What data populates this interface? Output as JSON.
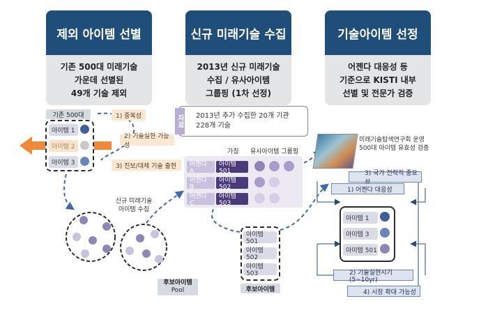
{
  "cards": [
    {
      "title": "제외 아이템 선별",
      "lines": [
        "기존 500대 미래기술",
        "가운데 선별된",
        "49개 기술 제외"
      ]
    },
    {
      "title": "신규 미래기술 수집",
      "lines": [
        "2013년 신규 미래기술",
        "수집 / 유사아이템",
        "그룹핑 (1차 선정)"
      ]
    },
    {
      "title": "기술아이템 선정",
      "lines": [
        "어젠다 대응성 등",
        "기준으로 KISTI 내부",
        "선별 및 전문가 검증"
      ]
    }
  ],
  "left": {
    "label": "기존 500대",
    "items": [
      "아이템 1",
      "아이템 2",
      "아이템 3"
    ],
    "criteria": [
      "1) 중복성",
      "2) 기술실현 가능성",
      "3) 진보/대체 기술 출현"
    ]
  },
  "middle": {
    "data_label": "자료",
    "data_text": [
      "2013년 추가 수집한 20개 기관",
      "228개 기술"
    ],
    "col_weight": "가칭",
    "col_group": "유사아이템 그룹핑",
    "agenda_rows": [
      {
        "agenda": "어젠다 A",
        "item": "아이템 501"
      },
      {
        "agenda": "어젠다 B",
        "item": "아이템 502"
      },
      {
        "agenda": "어젠다 C",
        "item": "아이템 503"
      }
    ],
    "collect_label": [
      "신규 미래기술",
      "아이템 수집"
    ],
    "pool_label": [
      "후보아이템",
      "Pool"
    ],
    "candidate_items": [
      "아이템 501",
      "아이템 502",
      "아이템 503"
    ],
    "candidate_label": "후보아이템"
  },
  "right": {
    "committee": [
      "미래기술탐색연구회 운영",
      "500대 아이템 유효성 검증"
    ],
    "criteria_top": [
      "3) 국가 전략적 중요성",
      "1) 어젠다 대응성"
    ],
    "items": [
      "아이템 1",
      "아이템 3",
      "아이템 501"
    ],
    "criteria_bottom": [
      "2) 기술실현시기 (5~10yr)",
      "4) 시장 확대 가능성"
    ]
  },
  "colors": {
    "navy": "#1f4e7a",
    "orange": "#f08a3a",
    "purple": "#4a3a7a",
    "lavender": "#c9c2de",
    "blue_dot": "#3e5f99"
  }
}
